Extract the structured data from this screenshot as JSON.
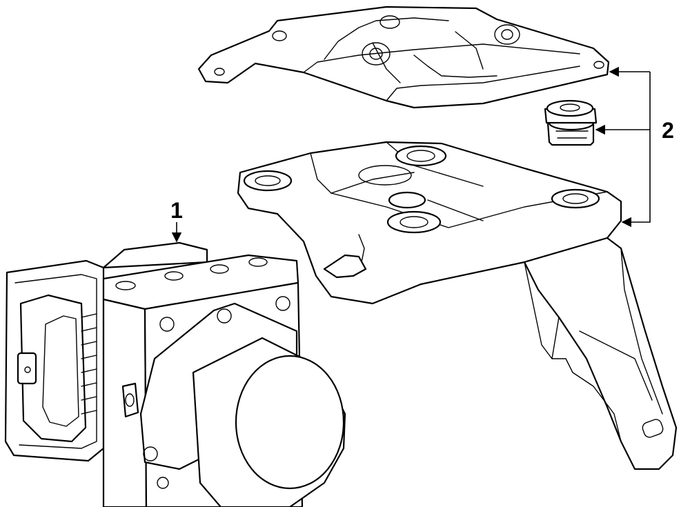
{
  "callouts": [
    {
      "id": "callout-1",
      "label": "1",
      "part": "abs-modulator-assembly"
    },
    {
      "id": "callout-2",
      "label": "2",
      "part": "bracket-and-insulator"
    }
  ],
  "colors": {
    "line": "#000000",
    "background": "#ffffff"
  }
}
